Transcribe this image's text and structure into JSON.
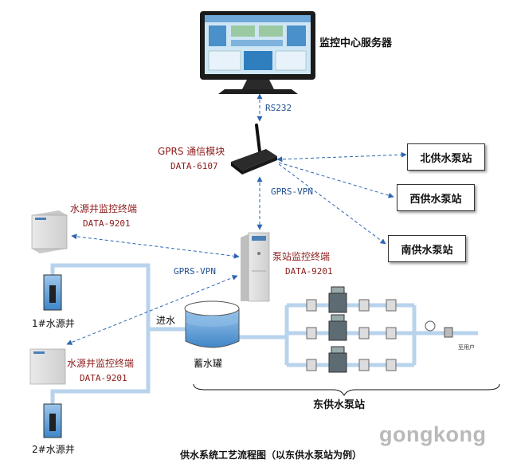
{
  "server": {
    "label": "监控中心服务器"
  },
  "links": {
    "rs232": "RS232",
    "gprs_vpn_top": "GPRS-VPN",
    "gprs_vpn_left": "GPRS-VPN"
  },
  "gprs_module": {
    "label": "GPRS 通信模块",
    "code": "DATA-6107"
  },
  "stations": {
    "north": "北供水泵站",
    "west": "西供水泵站",
    "south": "南供水泵站",
    "east": "东供水泵站"
  },
  "pump_terminal": {
    "label": "泵站监控终端",
    "code": "DATA-9201"
  },
  "well_terminal_1": {
    "label": "水源井监控终端",
    "code": "DATA-9201"
  },
  "well_terminal_2": {
    "label": "水源井监控终端",
    "code": "DATA-9201"
  },
  "wells": {
    "well_1": "1#水源井",
    "well_2": "2#水源井"
  },
  "inlet": "进水",
  "tank": "蓄水罐",
  "outlet": "至用户",
  "caption": "供水系统工艺流程图（以东供水泵站为例）",
  "watermark": "gongkong",
  "colors": {
    "pipe": "#b8d3ec",
    "dashed": "#2e66b0",
    "red_label": "#8b1a1a"
  }
}
